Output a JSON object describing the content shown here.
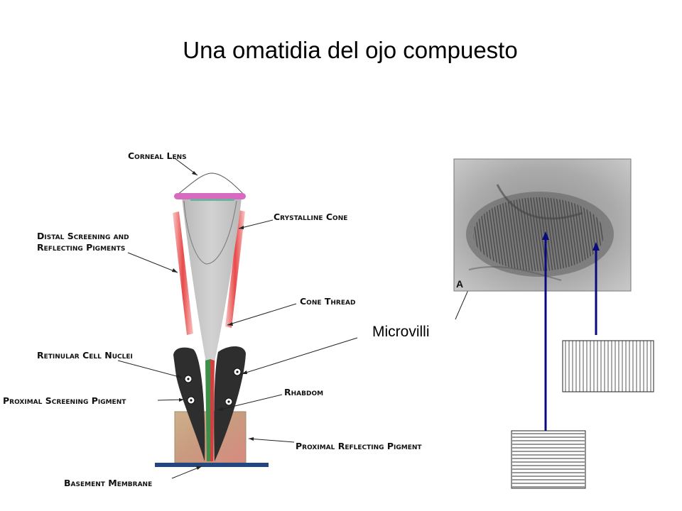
{
  "title": "Una omatidia del ojo compuesto",
  "labels": {
    "corneal_lens": "Corneal Lens",
    "crystalline_cone": "Crystalline Cone",
    "distal_line1": "Distal Screening and",
    "distal_line2": "Reflecting Pigments",
    "cone_thread": "Cone Thread",
    "retinular_nuclei": "Retinular Cell Nuclei",
    "proximal_screening": "Proximal Screening Pigment",
    "rhabdom": "Rhabdom",
    "proximal_reflecting": "Proximal Reflecting Pigment",
    "basement_membrane": "Basement Membrane",
    "microvilli": "Microvilli",
    "micrograph_panel": "A"
  },
  "colors": {
    "lens_pink": "#d66bc0",
    "cone_gray": "#c4c4c4",
    "distal_pigment": "#f07474",
    "retinular_dark": "#2e2e2e",
    "rhabdom_green": "#3d8f4a",
    "rhabdom_red": "#d04040",
    "membrane_blue": "#24467f",
    "arrow_navy": "#0a0a80"
  }
}
